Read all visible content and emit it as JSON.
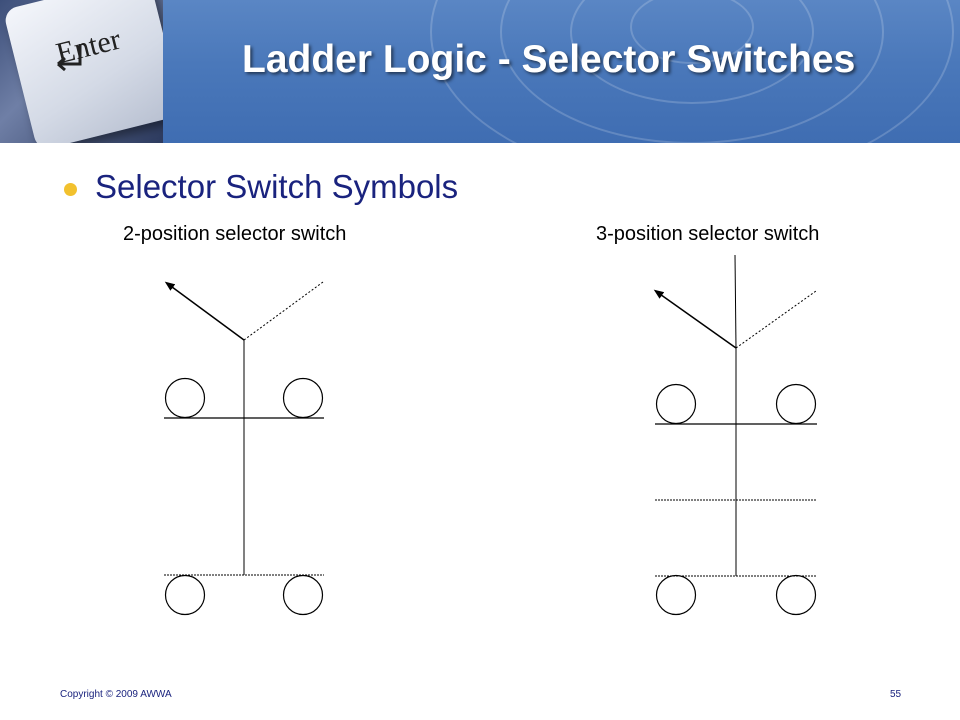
{
  "slide": {
    "title": "Ladder Logic - Selector Switches",
    "bullet": "Selector Switch Symbols",
    "labels": {
      "two_position": "2-position selector switch",
      "three_position": "3-position selector switch"
    },
    "keycap_text": "Enter",
    "footer": {
      "copyright": "Copyright © 2009 AWWA",
      "page_number": "55"
    }
  },
  "colors": {
    "header_blue": "#4a78ba",
    "title_text": "#ffffff",
    "bullet_dot": "#f2c12e",
    "bullet_text": "#1a237e",
    "line": "#000000"
  },
  "icons": [
    "enter-key-icon",
    "bullet-dot-icon",
    "arrow-icon"
  ]
}
